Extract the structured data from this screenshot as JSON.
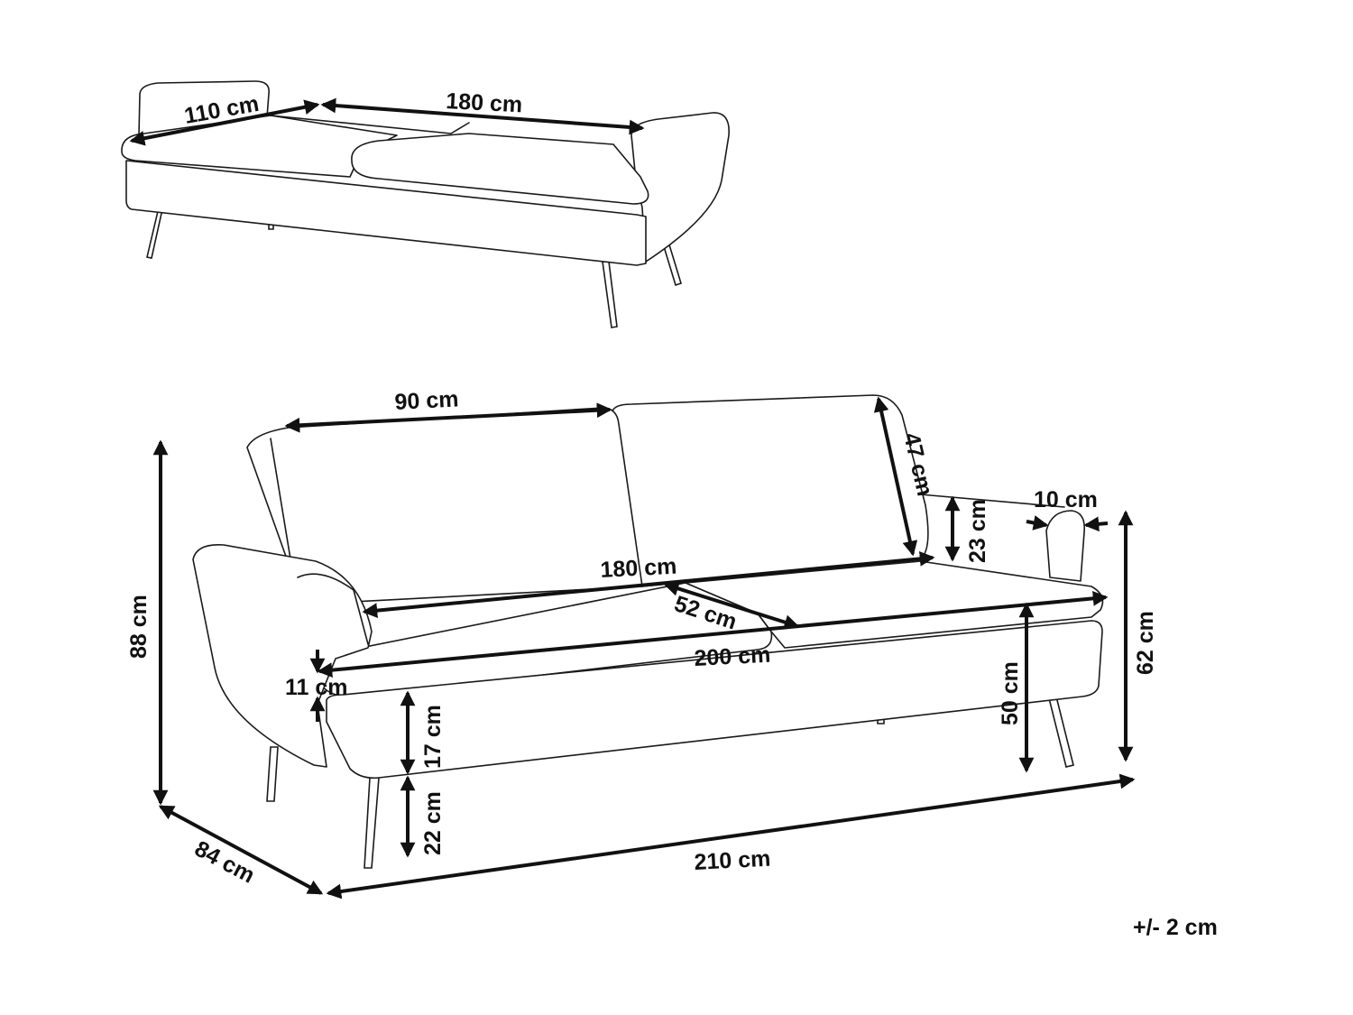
{
  "labels": {
    "bed_width": "110 cm",
    "bed_length": "180 cm",
    "seat_back_width": "90 cm",
    "back_height": "47 cm",
    "armrest_height": "23 cm",
    "armrest_width": "10 cm",
    "seat_width": "180 cm",
    "seat_depth": "52 cm",
    "cushion_length": "200 cm",
    "cushion_thickness": "11 cm",
    "total_height": "88 cm",
    "arm_height": "62 cm",
    "seat_height": "50 cm",
    "base_height": "17 cm",
    "leg_height": "22 cm",
    "depth": "84 cm",
    "total_width": "210 cm"
  },
  "tolerance": "+/- 2 cm",
  "colors": {
    "ink": "#1a1a1a",
    "background": "#ffffff"
  }
}
